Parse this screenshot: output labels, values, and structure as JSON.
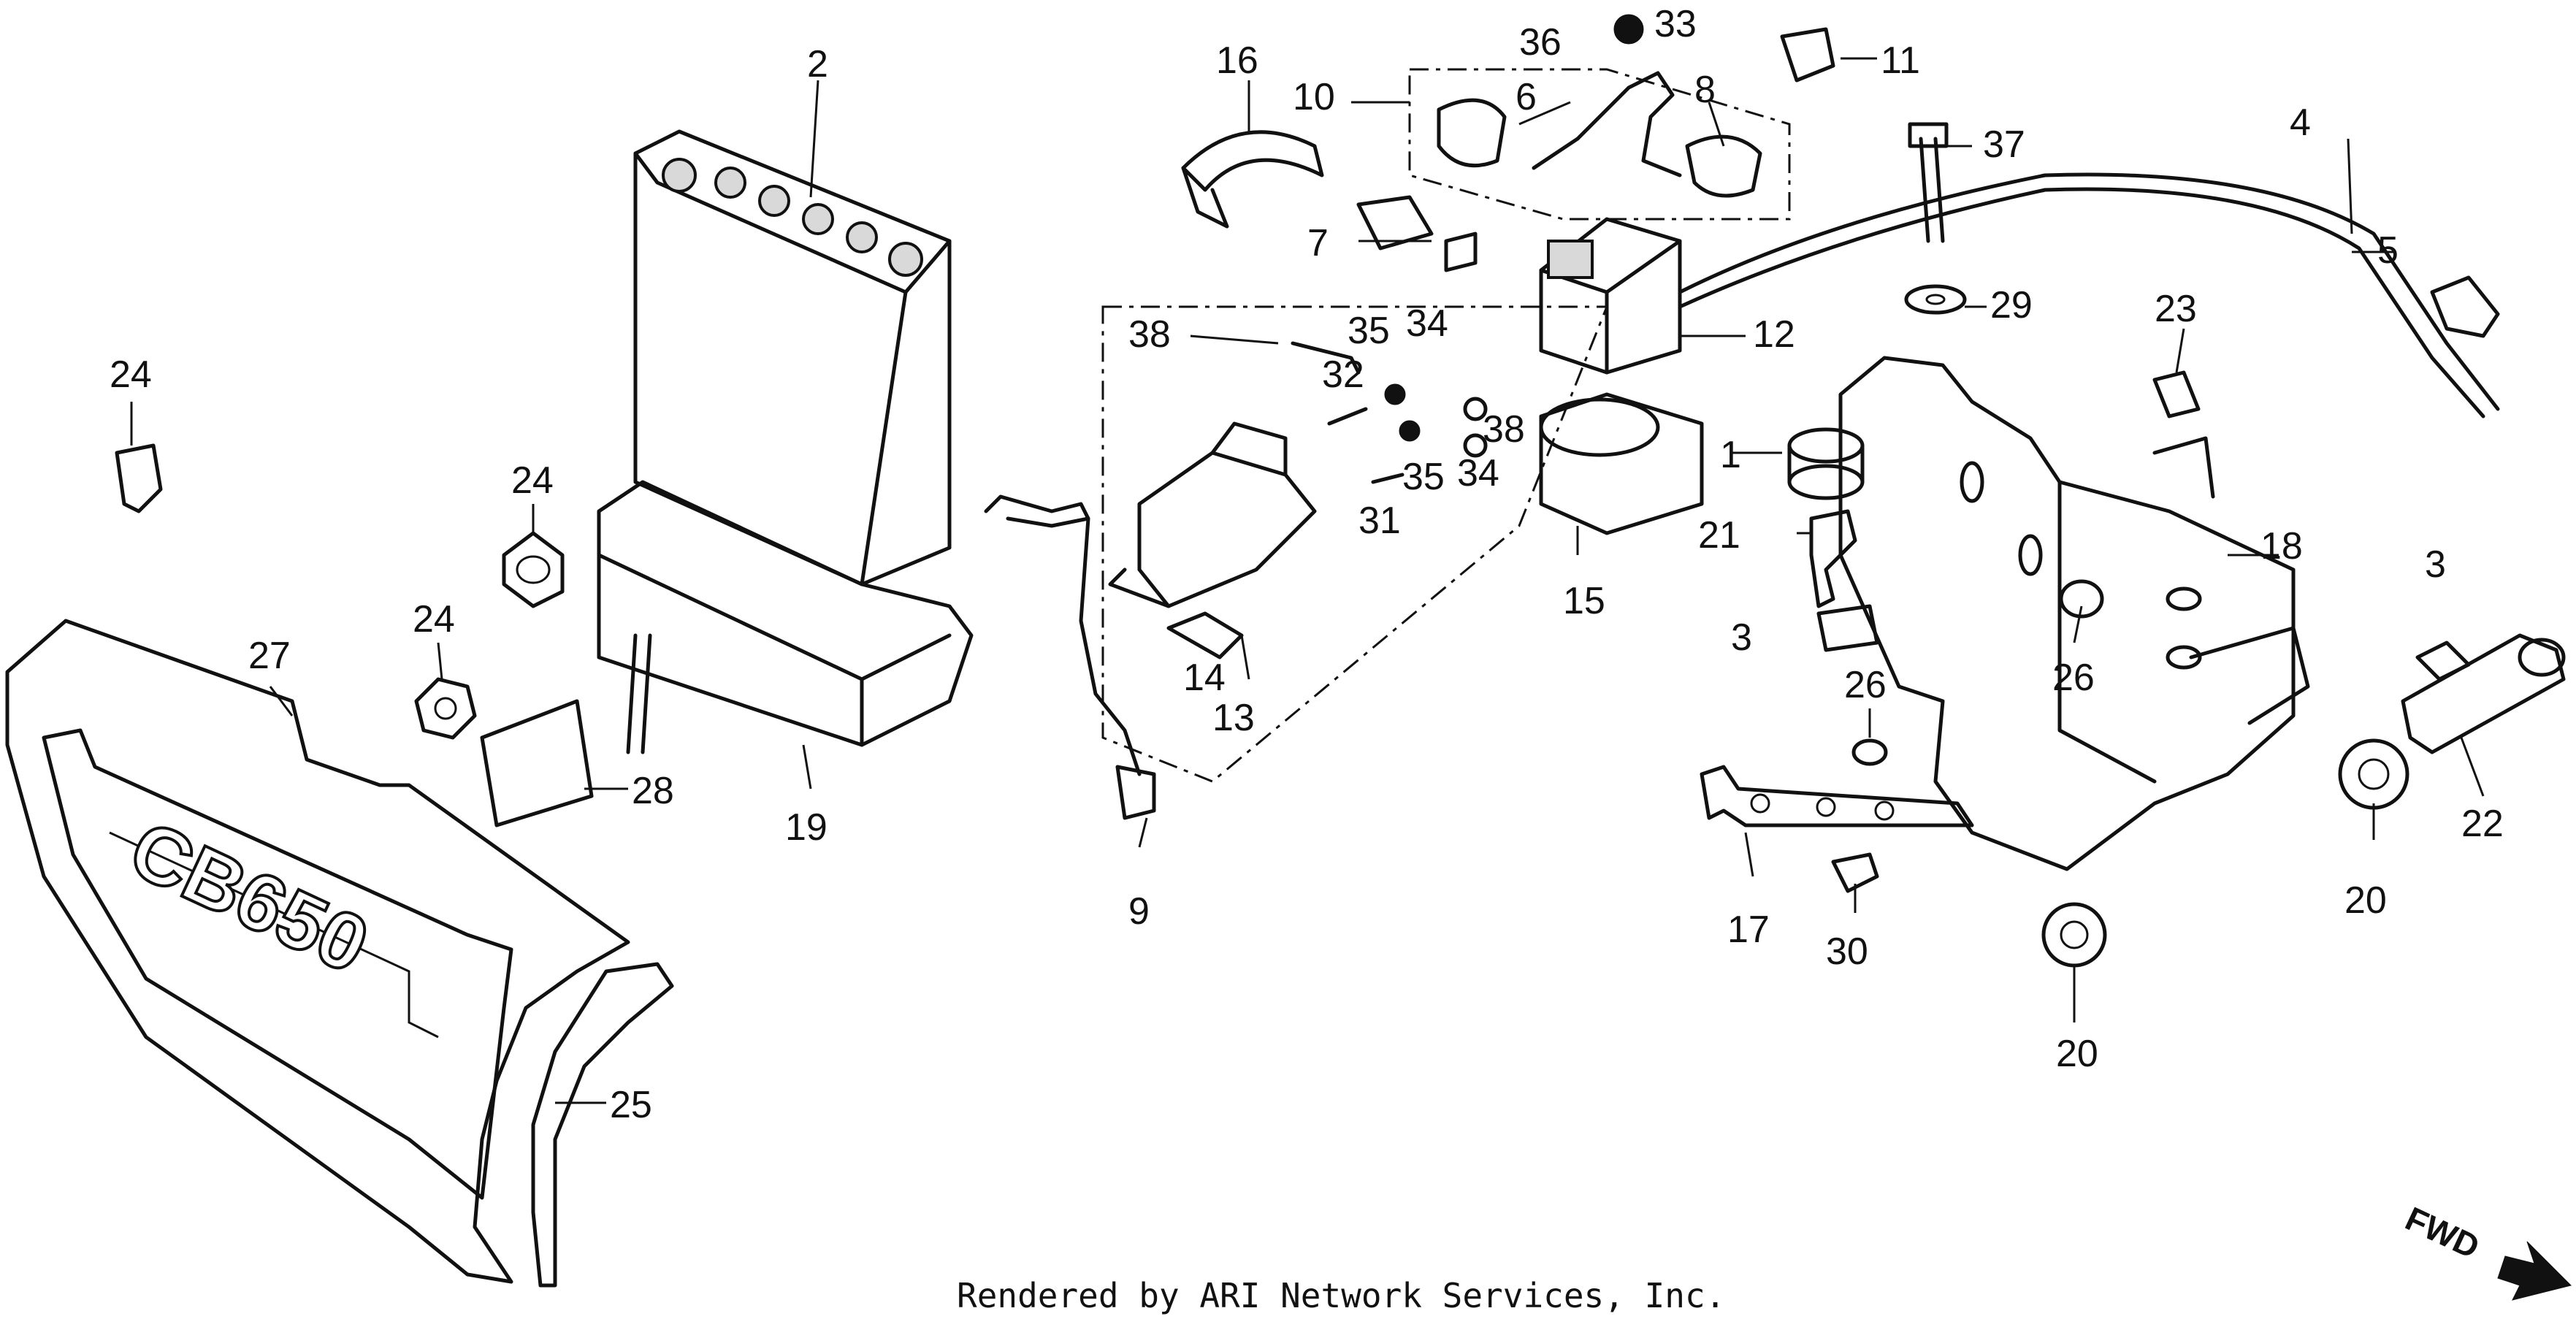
{
  "diagram": {
    "credit": "Rendered by ARI Network Services, Inc.",
    "direction_label": "FWD",
    "cover_badge": "CB650",
    "callouts": {
      "c1": "1",
      "c2": "2",
      "c3a": "3",
      "c3b": "3",
      "c4": "4",
      "c5": "5",
      "c6": "6",
      "c7": "7",
      "c8": "8",
      "c9": "9",
      "c10": "10",
      "c11": "11",
      "c12": "12",
      "c13": "13",
      "c14": "14",
      "c15": "15",
      "c16": "16",
      "c17": "17",
      "c18": "18",
      "c19": "19",
      "c20a": "20",
      "c20b": "20",
      "c21": "21",
      "c22": "22",
      "c23": "23",
      "c24a": "24",
      "c24b": "24",
      "c24c": "24",
      "c25": "25",
      "c26a": "26",
      "c26b": "26",
      "c27": "27",
      "c28": "28",
      "c29": "29",
      "c30": "30",
      "c31": "31",
      "c32": "32",
      "c33": "33",
      "c34a": "34",
      "c34b": "34",
      "c35a": "35",
      "c35b": "35",
      "c36": "36",
      "c37": "37",
      "c38a": "38",
      "c38b": "38"
    }
  }
}
